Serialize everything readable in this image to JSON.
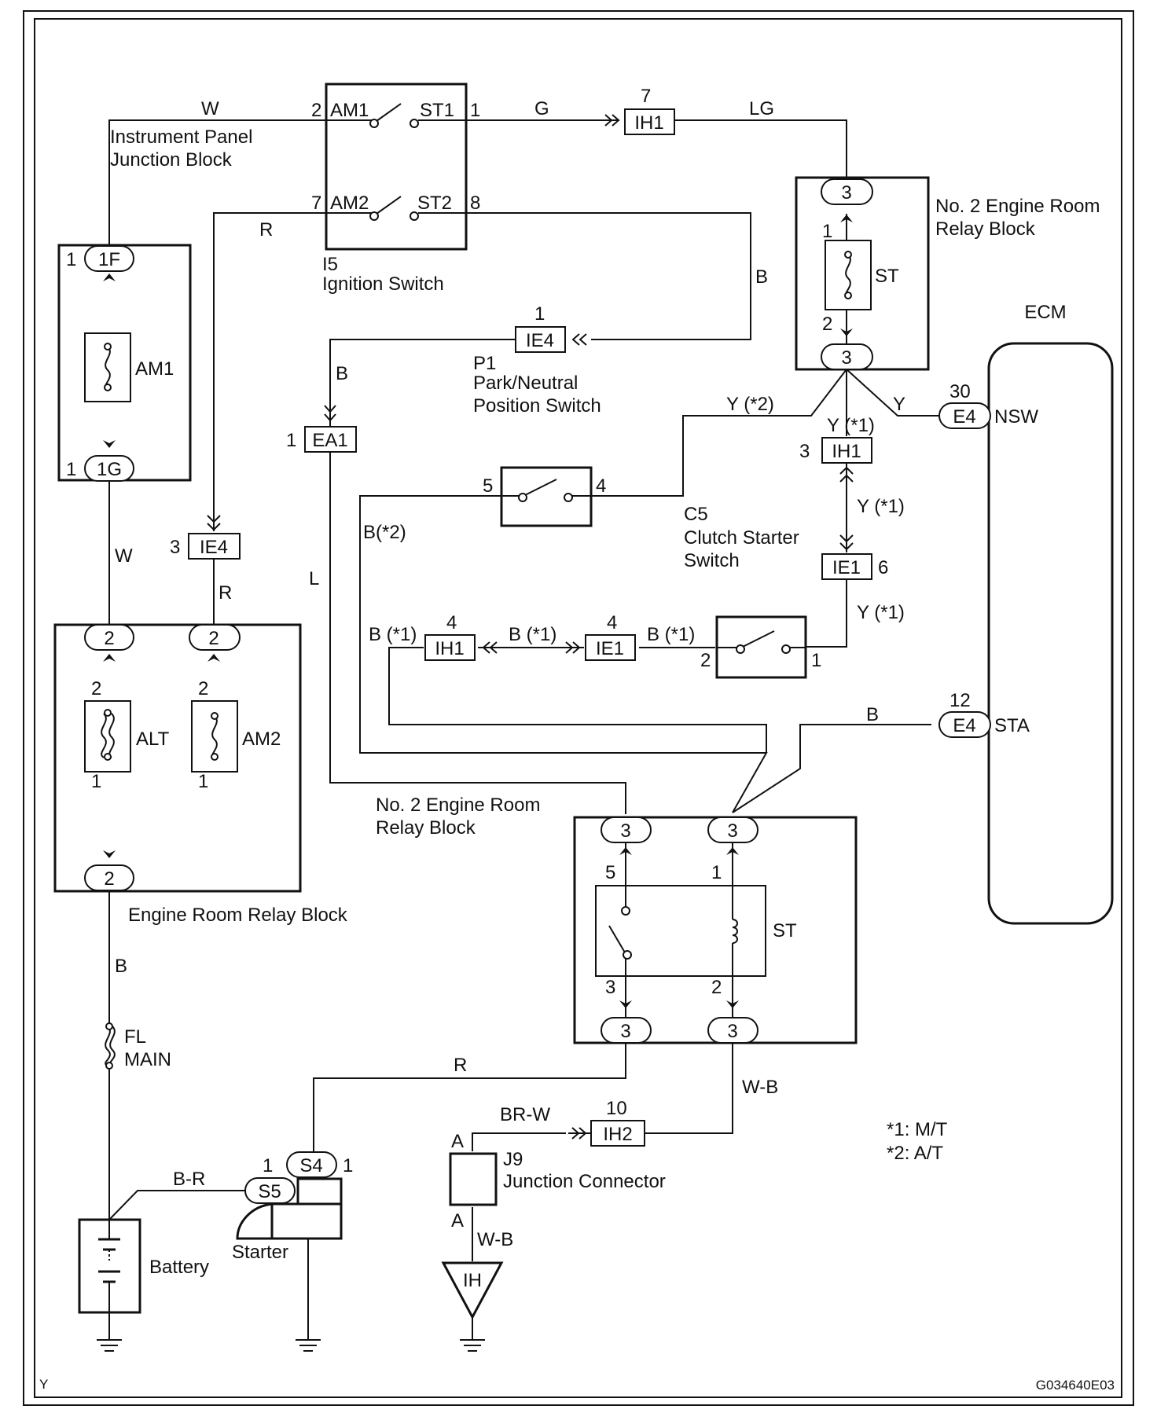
{
  "parts": {
    "ipjb": "Instrument Panel\nJunction Block",
    "ign_code": "I5",
    "ign_name": "Ignition Switch",
    "pn_code": "P1",
    "pn_name": "Park/Neutral\nPosition  Switch",
    "er2_top": "No. 2 Engine Room\nRelay Block",
    "er2_bot": "No. 2 Engine Room\nRelay Block",
    "erb": "Engine Room Relay Block",
    "ecm": "ECM",
    "clutch_code": "C5",
    "clutch_name": "Clutch Starter\nSwitch",
    "jc_code": "J9",
    "jc_name": "Junction Connector",
    "battery": "Battery",
    "starter": "Starter",
    "fuse_am1": "AM1",
    "fuse_alt": "ALT",
    "fuse_am2": "AM2",
    "fuse_st": "ST",
    "relay_st": "ST",
    "fl": "FL\nMAIN",
    "nsw": "NSW",
    "sta": "STA",
    "ih": "IH"
  },
  "switch_terms": {
    "am1": "AM1",
    "st1": "ST1",
    "am2": "AM2",
    "st2": "ST2"
  },
  "connectors": {
    "ih1_top": "IH1",
    "ie4_p1": "IE4",
    "ea1": "EA1",
    "ie4_mid": "IE4",
    "ih1_y": "IH1",
    "ie1_y": "IE1",
    "ih1_b": "IH1",
    "ie1_b": "IE1",
    "ih2": "IH2",
    "e4_nsw": "E4",
    "e4_sta": "E4",
    "s4": "S4",
    "s5": "S5",
    "1f": "1F",
    "1g": "1G",
    "erb_2a": "2",
    "erb_2b": "2",
    "erb_2c": "2",
    "er2t_3a": "3",
    "er2t_3b": "3",
    "er2b_3a": "3",
    "er2b_3b": "3",
    "er2b_3c": "3",
    "er2b_3d": "3"
  },
  "pins": {
    "p_ign2": "2",
    "p_ign1": "1",
    "p_ign7": "7",
    "p_ign8": "8",
    "p_ih1_7": "7",
    "p_ie4_1": "1",
    "p_ea1_1": "1",
    "p_ie4_3": "3",
    "p_1f": "1",
    "p_1g": "1",
    "p_st1": "1",
    "p_st2": "2",
    "p_nsw": "30",
    "p_ih1_3": "3",
    "p_ie1_6": "6",
    "p_cl5": "5",
    "p_cl4": "4",
    "p_ih1_4": "4",
    "p_ie1_4": "4",
    "p_pn2": "2",
    "p_pn1": "1",
    "p_sta": "12",
    "p_alt2": "2",
    "p_alt1": "1",
    "p_am2_2": "2",
    "p_am2_1": "1",
    "p_r5": "5",
    "p_r1": "1",
    "p_r3": "3",
    "p_r2": "2",
    "p_ih2": "10",
    "p_s5": "1",
    "p_s4": "1",
    "p_ja": "A",
    "p_jb": "A"
  },
  "wires": {
    "w_w1": "W",
    "w_g": "G",
    "w_lg": "LG",
    "w_r1": "R",
    "w_b1": "B",
    "w_b2": "B",
    "w_y2": "Y  (*2)",
    "w_y": "Y",
    "w_y1": "Y  (*1)",
    "w_y1b": "Y (*1)",
    "w_y1c": "Y (*1)",
    "w_b2x": "B(*2)",
    "w_w2": "W",
    "w_r2": "R",
    "w_l": "L",
    "w_b1a": "B (*1)",
    "w_b1b": "B (*1)",
    "w_b1c": "B (*1)",
    "w_bsta": "B",
    "w_b3": "B",
    "w_r3": "R",
    "w_wb1": "W-B",
    "w_brw": "BR-W",
    "w_br": "B-R",
    "w_wb2": "W-B"
  },
  "notes": {
    "n1": "*1: M/T",
    "n2": "*2: A/T",
    "y": "Y",
    "code": "G034640E03"
  }
}
